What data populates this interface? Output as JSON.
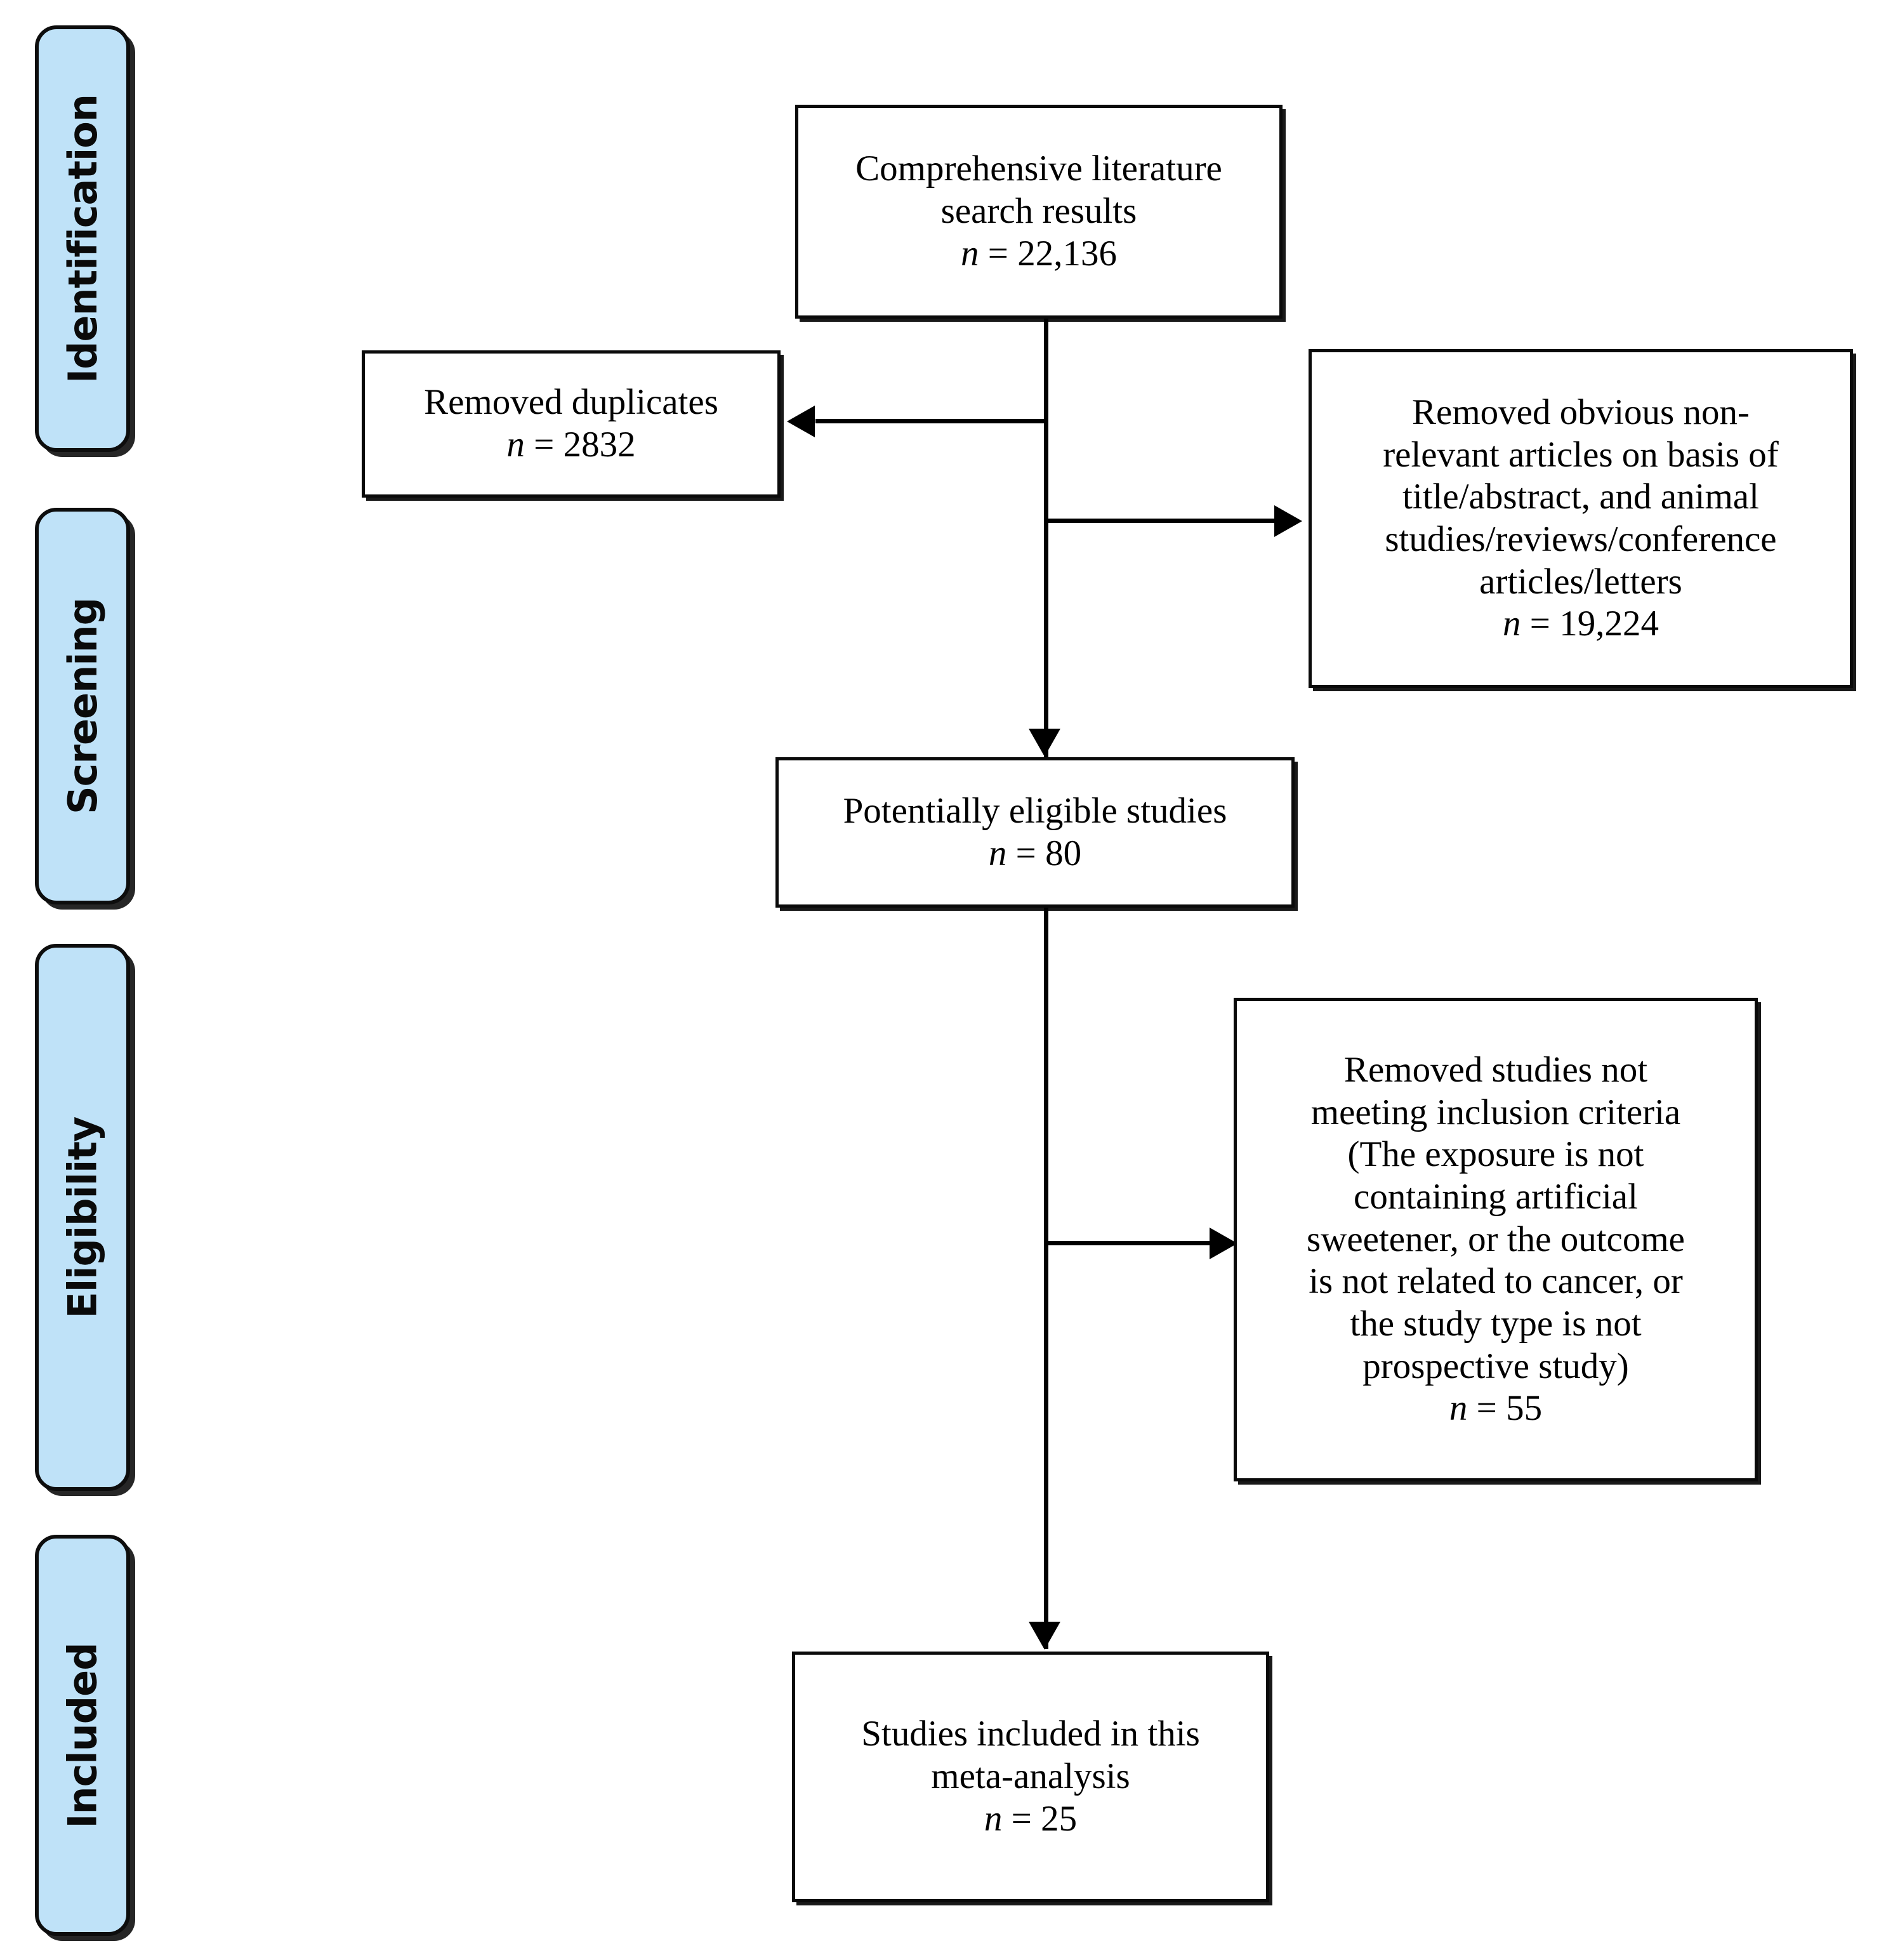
{
  "diagram": {
    "type": "prisma-flow-diagram",
    "title": "PRISMA study selection flow diagram",
    "colors": {
      "stage_pill_fill": "#bfe2f8",
      "stage_pill_border": "#0d0d0d",
      "box_fill": "#ffffff",
      "box_border": "#0a0a0a",
      "connector": "#000000",
      "text": "#000000",
      "background": "#ffffff"
    }
  },
  "stages": [
    {
      "id": "identification",
      "label": "Identification"
    },
    {
      "id": "screening",
      "label": "Screening"
    },
    {
      "id": "eligibility",
      "label": "Eligibility"
    },
    {
      "id": "included",
      "label": "Included"
    }
  ],
  "boxes": {
    "search_results": {
      "id": "comprehensive-literature-search-results",
      "stage": "identification",
      "text": "Comprehensive literature\nsearch results",
      "n_prefix": "n",
      "n_equals": " = ",
      "n_value": "22,136",
      "n_line": "n = 22,136"
    },
    "removed_duplicates": {
      "id": "removed-duplicates",
      "stage": "identification",
      "text": "Removed duplicates",
      "n_prefix": "n",
      "n_equals": " = ",
      "n_value": "2832",
      "n_line": "n = 2832"
    },
    "removed_non_relevant": {
      "id": "removed-obvious-non-relevant-articles",
      "stage": "screening",
      "text": "Removed obvious non-\nrelevant articles on basis of\ntitle/abstract, and animal\nstudies/reviews/conference\narticles/letters",
      "n_prefix": "n",
      "n_equals": " = ",
      "n_value": "19,224",
      "n_line": "n = 19,224"
    },
    "potentially_eligible": {
      "id": "potentially-eligible-studies",
      "stage": "screening",
      "text": "Potentially eligible studies",
      "n_prefix": "n",
      "n_equals": " = ",
      "n_value": "80",
      "n_line": "n = 80"
    },
    "removed_not_meeting": {
      "id": "removed-studies-not-meeting-inclusion-criteria",
      "stage": "eligibility",
      "text": "Removed studies not\nmeeting inclusion criteria\n(The exposure is not\ncontaining artificial\nsweetener, or the outcome\nis not related to cancer, or\nthe study type is not\nprospective study)",
      "n_prefix": "n",
      "n_equals": " = ",
      "n_value": "55",
      "n_line": "n = 55"
    },
    "studies_included": {
      "id": "studies-included-in-this-meta-analysis",
      "stage": "included",
      "text": "Studies included in this\nmeta-analysis",
      "n_prefix": "n",
      "n_equals": " = ",
      "n_value": "25",
      "n_line": "n = 25"
    }
  },
  "flow": [
    {
      "from": "search_results",
      "to": "removed_duplicates",
      "direction": "left"
    },
    {
      "from": "search_results",
      "to": "removed_non_relevant",
      "direction": "right"
    },
    {
      "from": "search_results",
      "to": "potentially_eligible",
      "direction": "down"
    },
    {
      "from": "potentially_eligible",
      "to": "removed_not_meeting",
      "direction": "right"
    },
    {
      "from": "potentially_eligible",
      "to": "studies_included",
      "direction": "down"
    }
  ]
}
